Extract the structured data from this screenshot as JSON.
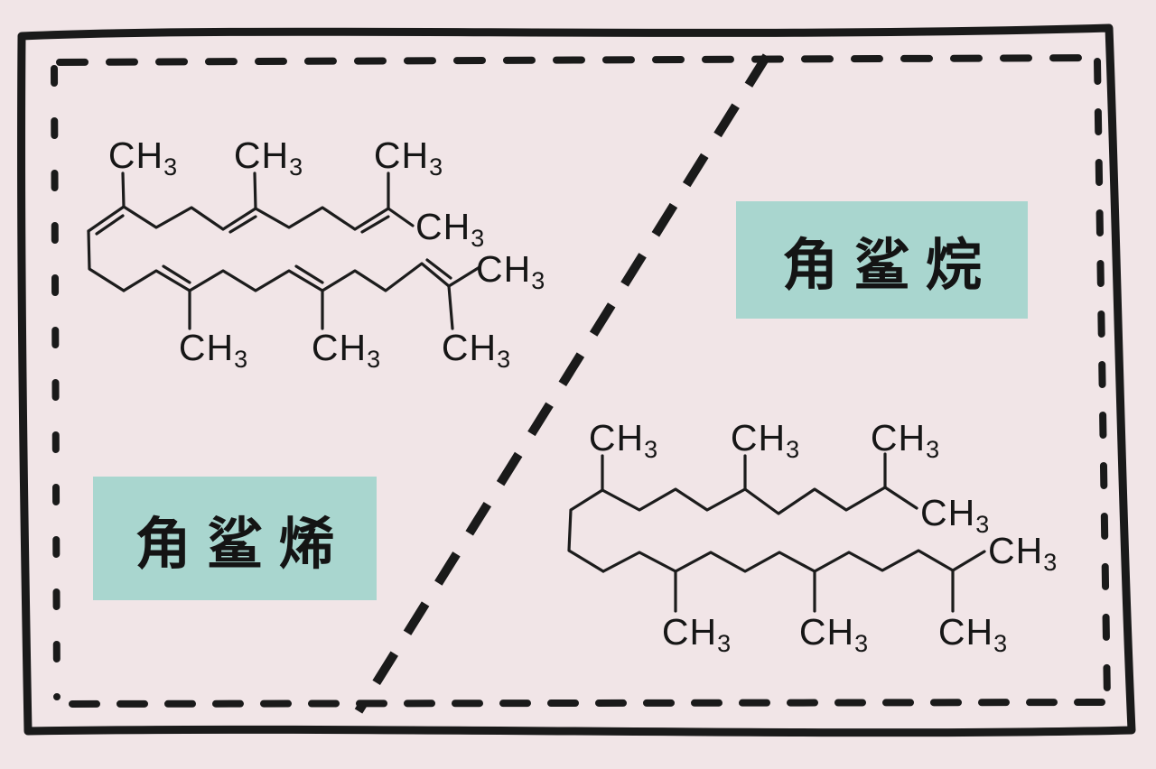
{
  "canvas": {
    "background_color": "#f1e5e7",
    "ink_color": "#1a1a1a",
    "label_box_color": "#a9d6cf"
  },
  "labels": {
    "ch": "CH",
    "sub3": "3"
  },
  "molecules": {
    "squalene": {
      "name": "角鲨烯",
      "position": "top-left",
      "methyl_group_count": 8,
      "double_bond_count": 6
    },
    "squalane": {
      "name": "角鲨烷",
      "position": "bottom-right",
      "methyl_group_count": 8,
      "double_bond_count": 0
    }
  },
  "frame": {
    "outer_border_style": "solid hand-drawn rectangle",
    "inner_border_style": "dashed hand-drawn rectangle",
    "divider_style": "dashed diagonal line"
  }
}
